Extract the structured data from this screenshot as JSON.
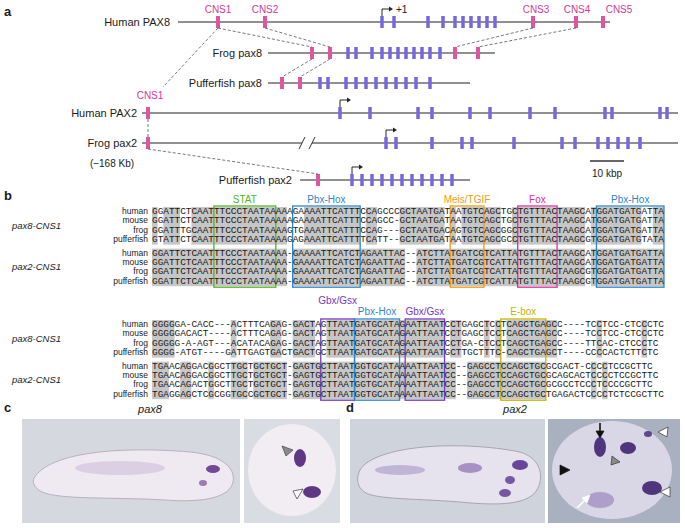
{
  "diagram": {
    "labels": [
      "a",
      "CNS1",
      "CNS2",
      "+1",
      "CNS3",
      "CNS4",
      "CNS5",
      "Human PAX8",
      "Frog pax8",
      "Pufferfish pax8",
      "CNS1",
      "Human PAX2",
      "Frog pax2",
      "(−168 Kb)",
      "Pufferfish pax2",
      "10 kbp",
      "b",
      "STAT",
      "Pbx-Hox",
      "Meis/TGIF",
      "Fox",
      "Pbx-Hox",
      "pax8-CNS1",
      "pax2-CNS1",
      "human",
      "mouse",
      "frog",
      "pufferfish",
      "human",
      "mouse",
      "frog",
      "pufferfish",
      "GGATTCTCAATTTCCCTAATAAAAAGAAAATTCATTTCCAGCCCGCTAATGATAATGTCAGCTGCTGTTTACTAAGCATGGATGATGATTA",
      "GGATTCTCAATTTCCCTAATAAAAAGAAAATTCATTTCCAGCC-GCTAATGATAATGTCAGCTGCTGTTTACTAAGCATGGATGATGATTA",
      "GGATTTGCAATTTCCCTAATAAAAGTGAAATTCATTTCCAG---GCTAATGACAGTGTCAGCGGCTGTTTACTAAGCATGGATGATGATTA",
      "GTATTCTCAATTTCCCTAATAAAAGAGAAATTCATTTTCATT--GCTAATGATAATGTCAGCGCCTGTTTACTAAGCGTGGATGATGTATA",
      "GGATTCTCAATTTCCCTAATAAAA-GAAAATTCATCTAGAATTAC--ATCTTATGATCGTCATTATGTTTACTAAGCATGGATGATGATTA",
      "GGATTCTCAATTTCCCTAATAAAA-GAAAATTCATCTAGAATTAC--ATCTTATGATCGTCATTATGTTTACTAAGCATGGATGATGATTA",
      "GGATTCTCAATTTCCCTAATAAAA-GAAAATTCATCTAGAATTAC--ATCTTATGATCGTCATTATGTTTACTAAGCGTGGATGATGATTA",
      "GGATTCTCAATTTCCCTAATAAAA-GAAAATTCATCTAGAATTAC--ATCTTATGATCGTCATTATGTTTACTAAGCGTGGATGATGATTA",
      "Gbx/Gsx",
      "Pbx-Hox",
      "Gbx/Gsx",
      "E-box",
      "pax8-CNS1",
      "pax2-CNS1",
      "human",
      "mouse",
      "frog",
      "pufferfish",
      "human",
      "mouse",
      "frog",
      "pufferfish",
      "GGGGGA-CACC---ACTTTCAGAG-GACTAGTTAATGATGCATAGAATTAATCCTGAGCTCCTCAGCTGAGCC----TCCTCC-CTCCCTC",
      "GGGGGACACT----ACTTTCAGAG-GACTAGTTAATGATGCATAGAATTAATCCTGAGCTCCTCAGCTGAGCC----TCCTCC-CTCCCTC",
      "GGGGG-A-AGT---ACATACAGAG-GACTAGTTAATGATGCATAGAATTAATCCTGA-CTCCTCAGCTGAGCC----TTCAC-CTCCCTC",
      "GGGG-ATGT----GATTGAGTGACTGACTGCTTAATGATGCATAGAATTAATGCTTGCTTTC-CAGCTGAGCT----CCCCACTCTTCTC",
      "TGAACAGGACGGCTTGCTGCTGCT-GAGTGCTTAATGGTGCATAAAATTAATCC--GAGCCTCCAGCTGCGCGACT-CCCCTCCGCTTC",
      "TGAACAGGACGGCTTGCTGCTGCT-GAGTGCTTAATGGTGCATAAAATTAATCC--GAGCCTCCAGCTGCGCAGCACTCCCCTCCGCTTC",
      "TGAACAGACTGGCTTGCTGCTGCT-GAGTGCTTAATGGTGCATAAAATTAATCC--GAGCCTCCAGCTGCGCGCCTCCCTCCCCGCTTC",
      "TGAGGAGCTCGCGGTGCCGCTGCT-GAGTGCTTAATGGTGCATAAAATTAATCC--GAGCCTCCAGCTGCTGAGACTCCCCTCTCCGCTTC",
      "c",
      "pax8",
      "d",
      "pax2"
    ]
  }
}
